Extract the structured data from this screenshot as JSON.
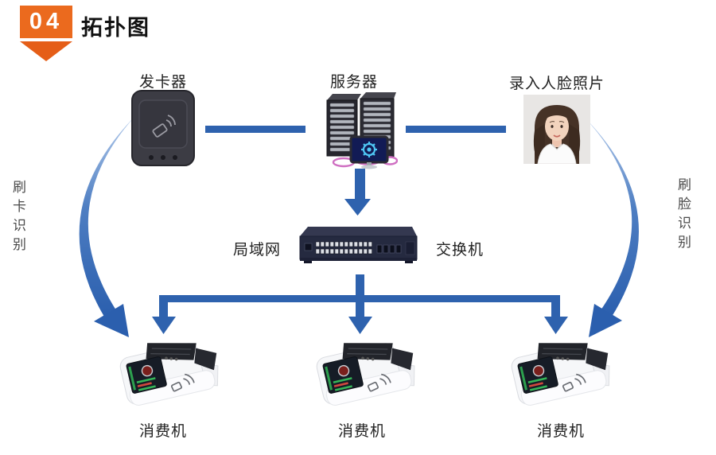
{
  "header": {
    "badge_number": "04",
    "title": "拓扑图"
  },
  "colors": {
    "accent_orange": "#EB6A1E",
    "accent_orange_dark": "#E55E18",
    "arrow_blue": "#2E62AE",
    "arrow_gradient_light": "#AFC8EA"
  },
  "nodes": {
    "card_issuer": {
      "label": "发卡器",
      "icon": "rfid-card-reader"
    },
    "server": {
      "label": "服务器",
      "icon": "server-towers-with-monitor"
    },
    "face_entry": {
      "label": "录入人脸照片",
      "icon": "portrait-photo"
    },
    "lan_label": "局域网",
    "switch": {
      "label": "交换机",
      "icon": "network-switch"
    },
    "terminals": [
      {
        "label": "消费机"
      },
      {
        "label": "消费机"
      },
      {
        "label": "消费机"
      }
    ]
  },
  "flows": {
    "left_vertical_label": "刷卡识别",
    "right_vertical_label": "刷脸识别"
  }
}
